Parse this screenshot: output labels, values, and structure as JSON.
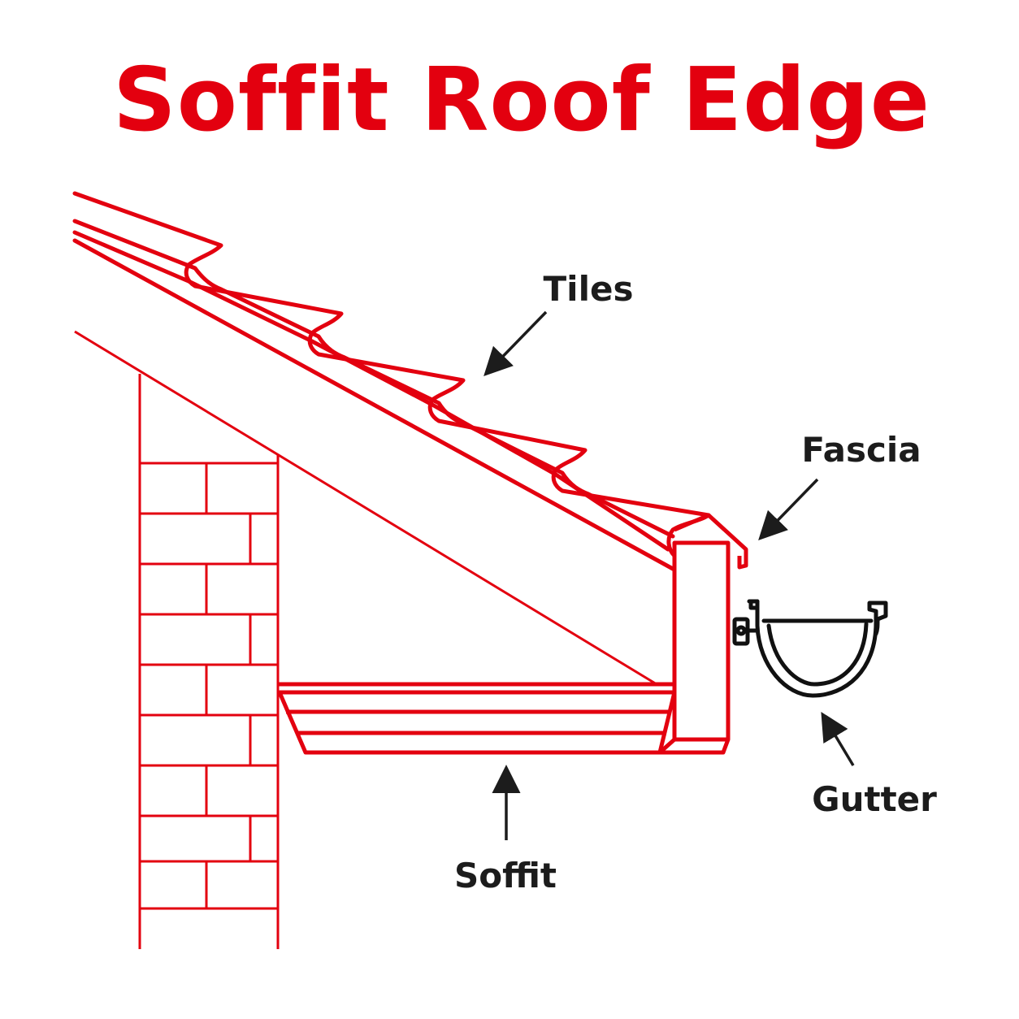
{
  "title": "Soffit Roof Edge",
  "colors": {
    "primary": "#e3000f",
    "label": "#1c1c1c",
    "gutter": "#111111",
    "background": "#ffffff"
  },
  "labels": {
    "tiles": "Tiles",
    "fascia": "Fascia",
    "gutter": "Gutter",
    "soffit": "Soffit"
  }
}
